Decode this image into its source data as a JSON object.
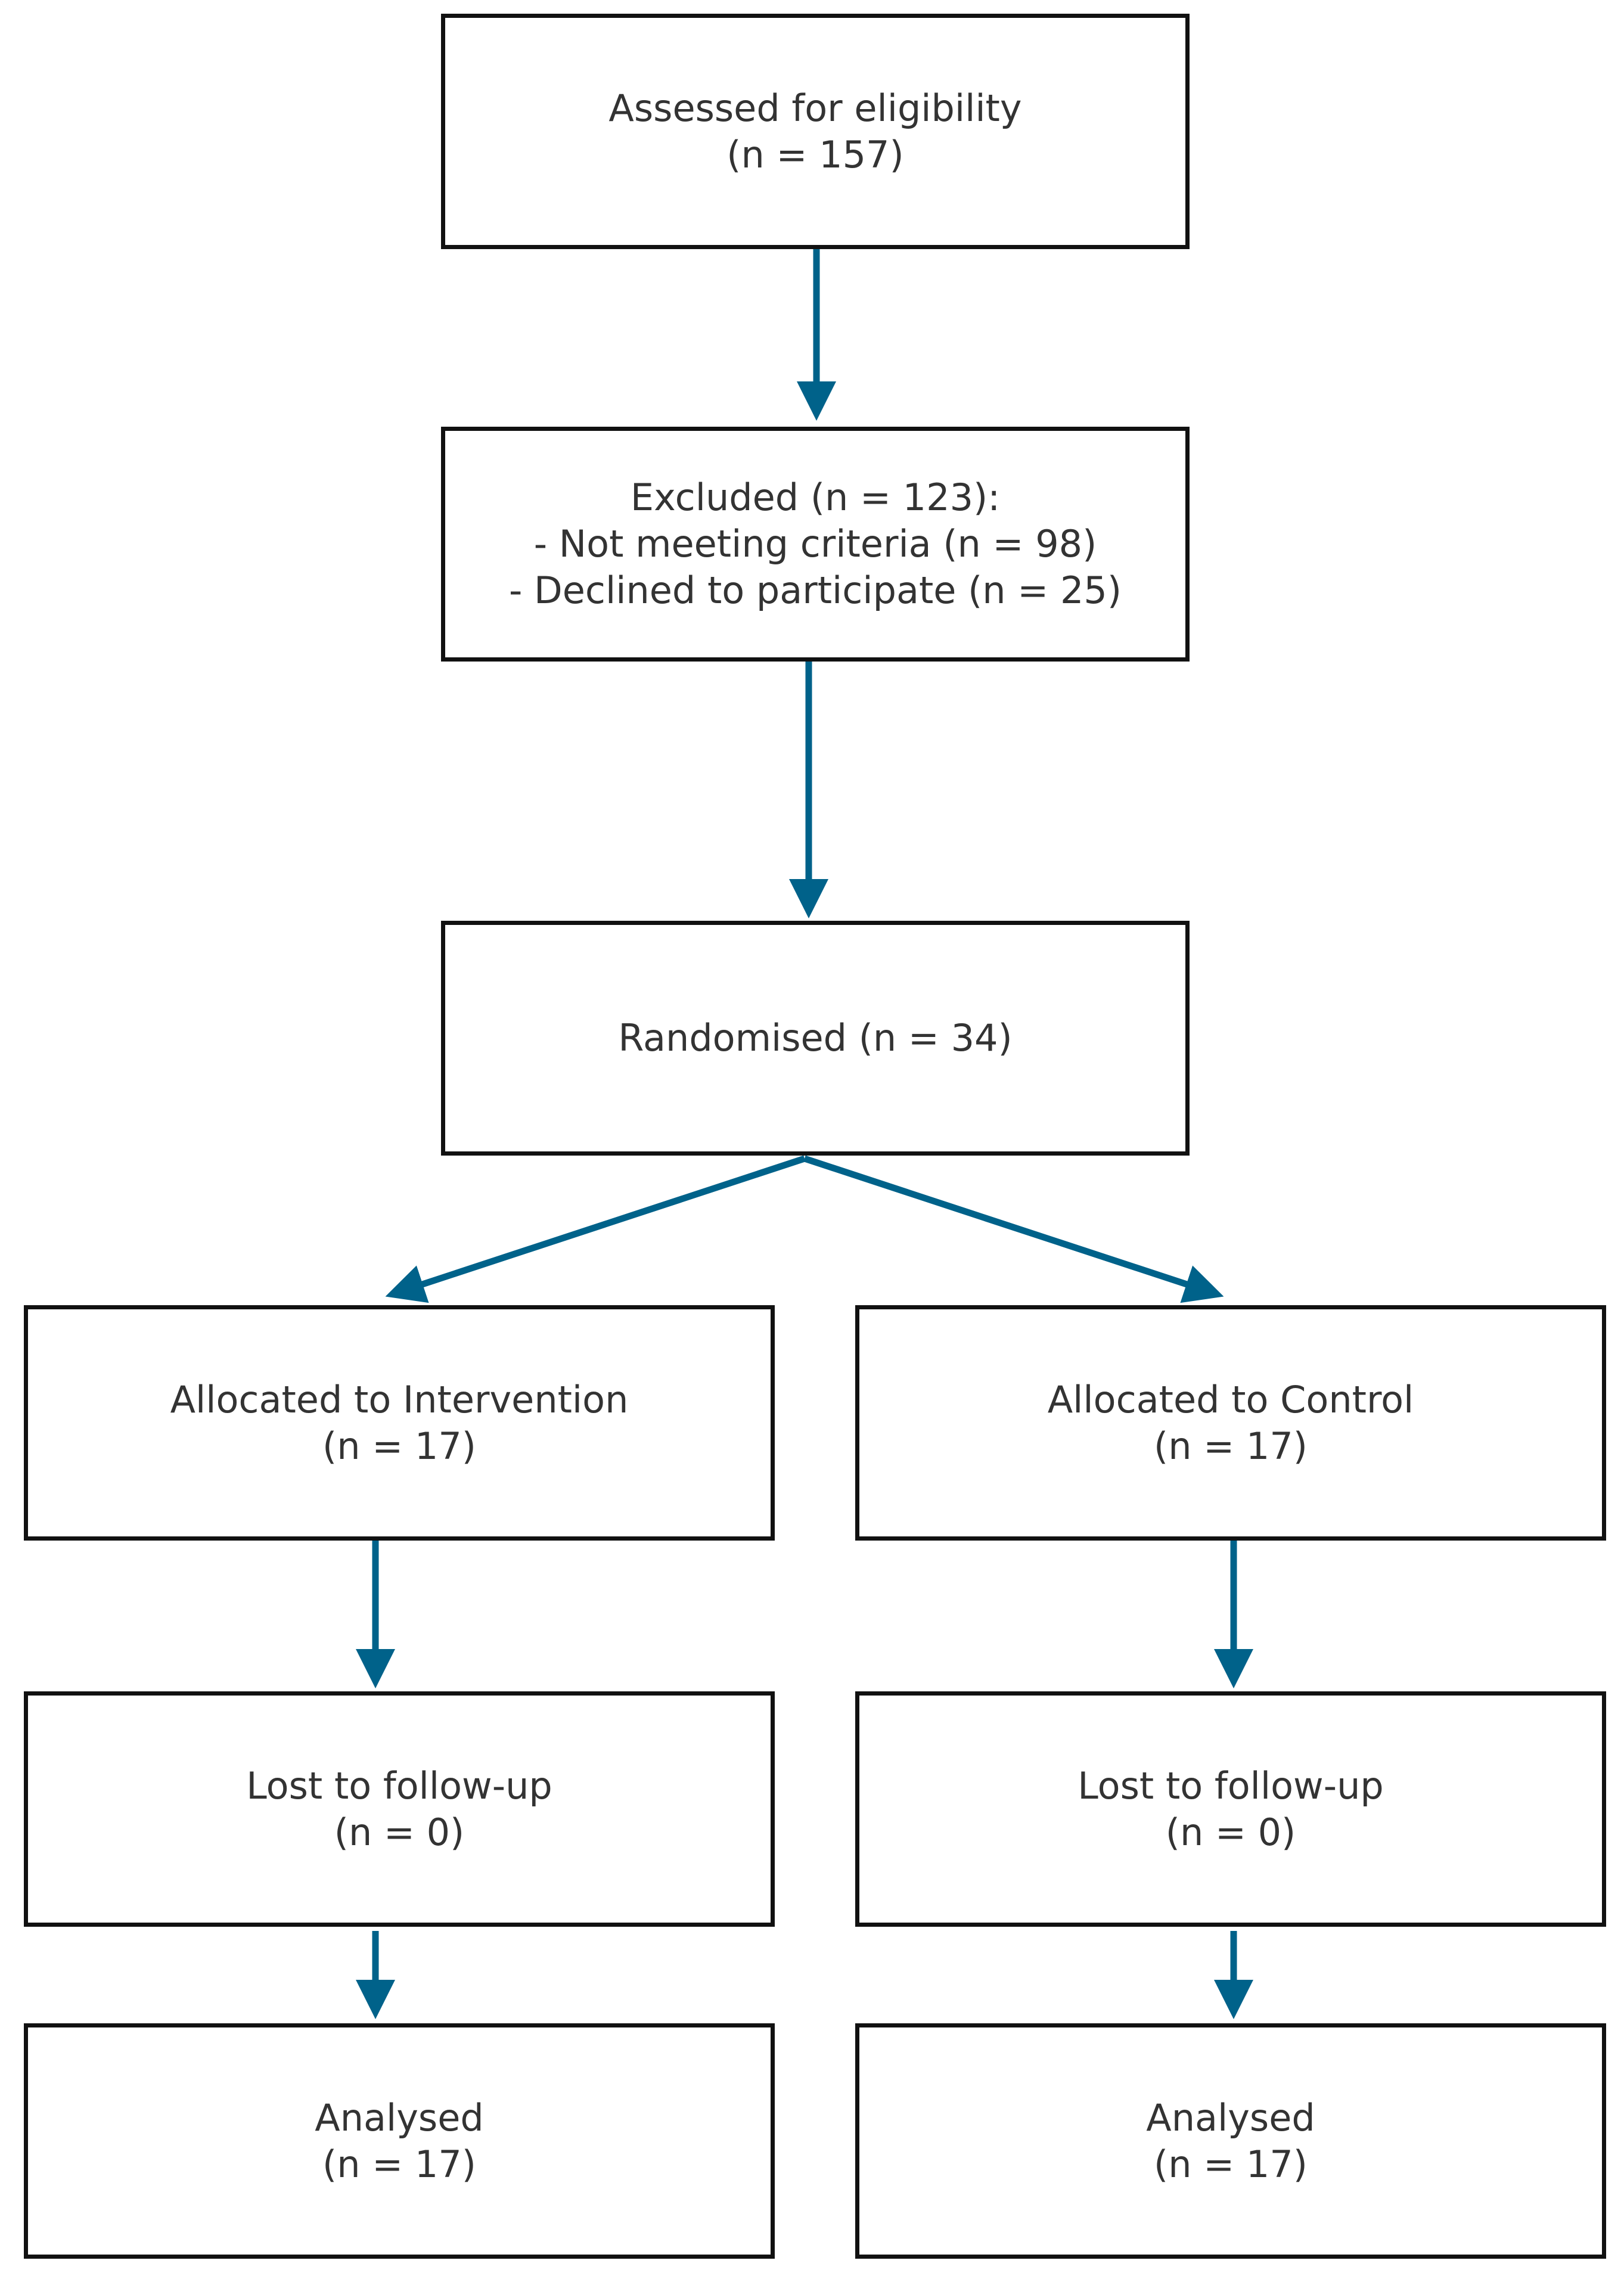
{
  "colors": {
    "arrow": "#00628a",
    "border": "#111111",
    "text": "#333333",
    "background": "#ffffff"
  },
  "nodes": {
    "assessed": {
      "lines": [
        "Assessed for eligibility",
        "(n = 157)"
      ]
    },
    "excluded": {
      "lines": [
        "Excluded (n = 123):",
        "- Not meeting criteria (n = 98)",
        "- Declined to participate (n = 25)"
      ]
    },
    "randomised": {
      "lines": [
        "Randomised (n = 34)"
      ]
    },
    "alloc_intervention": {
      "lines": [
        "Allocated to Intervention",
        "(n = 17)"
      ]
    },
    "alloc_control": {
      "lines": [
        "Allocated to Control",
        "(n = 17)"
      ]
    },
    "lost_intervention": {
      "lines": [
        "Lost to follow-up",
        "(n = 0)"
      ]
    },
    "lost_control": {
      "lines": [
        "Lost to follow-up",
        "(n = 0)"
      ]
    },
    "analysed_intervention": {
      "lines": [
        "Analysed",
        "(n = 17)"
      ]
    },
    "analysed_control": {
      "lines": [
        "Analysed",
        "(n = 17)"
      ]
    }
  },
  "edges": [
    {
      "from": "assessed",
      "to": "excluded"
    },
    {
      "from": "excluded",
      "to": "randomised"
    },
    {
      "from": "randomised",
      "to": "alloc_intervention"
    },
    {
      "from": "randomised",
      "to": "alloc_control"
    },
    {
      "from": "alloc_intervention",
      "to": "lost_intervention"
    },
    {
      "from": "alloc_control",
      "to": "lost_control"
    },
    {
      "from": "lost_intervention",
      "to": "analysed_intervention"
    },
    {
      "from": "lost_control",
      "to": "analysed_control"
    }
  ]
}
